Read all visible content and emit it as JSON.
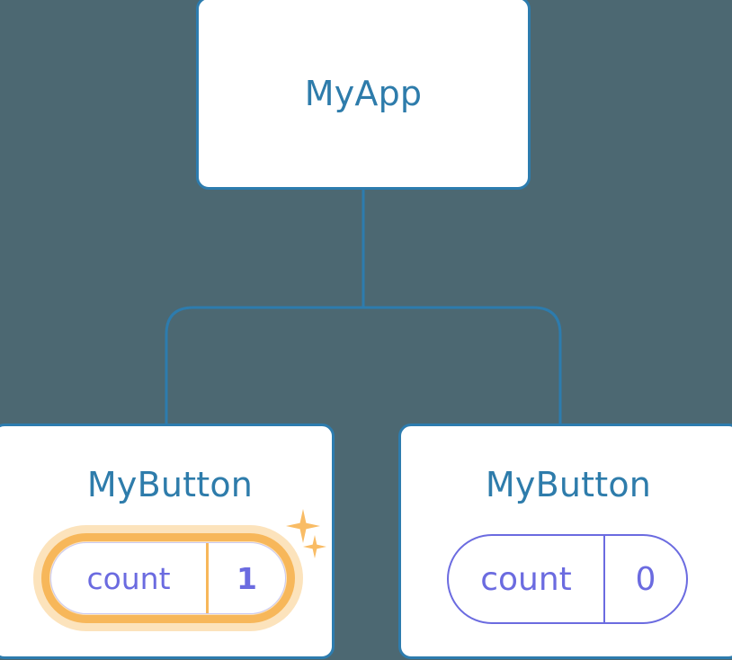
{
  "diagram": {
    "type": "component-tree",
    "background_color": "#4c6872",
    "edge_color": "#2d7cae",
    "nodes": {
      "root": {
        "title": "MyApp",
        "title_color": "#2e7cab",
        "border_color": "#2d7cae",
        "fill_color": "#ffffff"
      },
      "child_left": {
        "title": "MyButton",
        "title_color": "#2e7cab",
        "border_color": "#2d7cae",
        "fill_color": "#ffffff",
        "highlighted": "true",
        "highlight_color": "#f7b75a",
        "highlight_glow_color": "#fce3bc",
        "prop": {
          "key": "count",
          "value": "1",
          "key_color": "#6b6be0",
          "value_color": "#6b6be0",
          "value_bold": "true"
        },
        "sparkles": {
          "large": "sparkle-icon",
          "small": "sparkle-icon",
          "color": "#f9bc65"
        }
      },
      "child_right": {
        "title": "MyButton",
        "title_color": "#2e7cab",
        "border_color": "#2d7cae",
        "fill_color": "#ffffff",
        "highlighted": "false",
        "prop": {
          "key": "count",
          "value": "0",
          "key_color": "#6b6be0",
          "value_color": "#6b6be0",
          "value_bold": "false"
        }
      }
    }
  }
}
